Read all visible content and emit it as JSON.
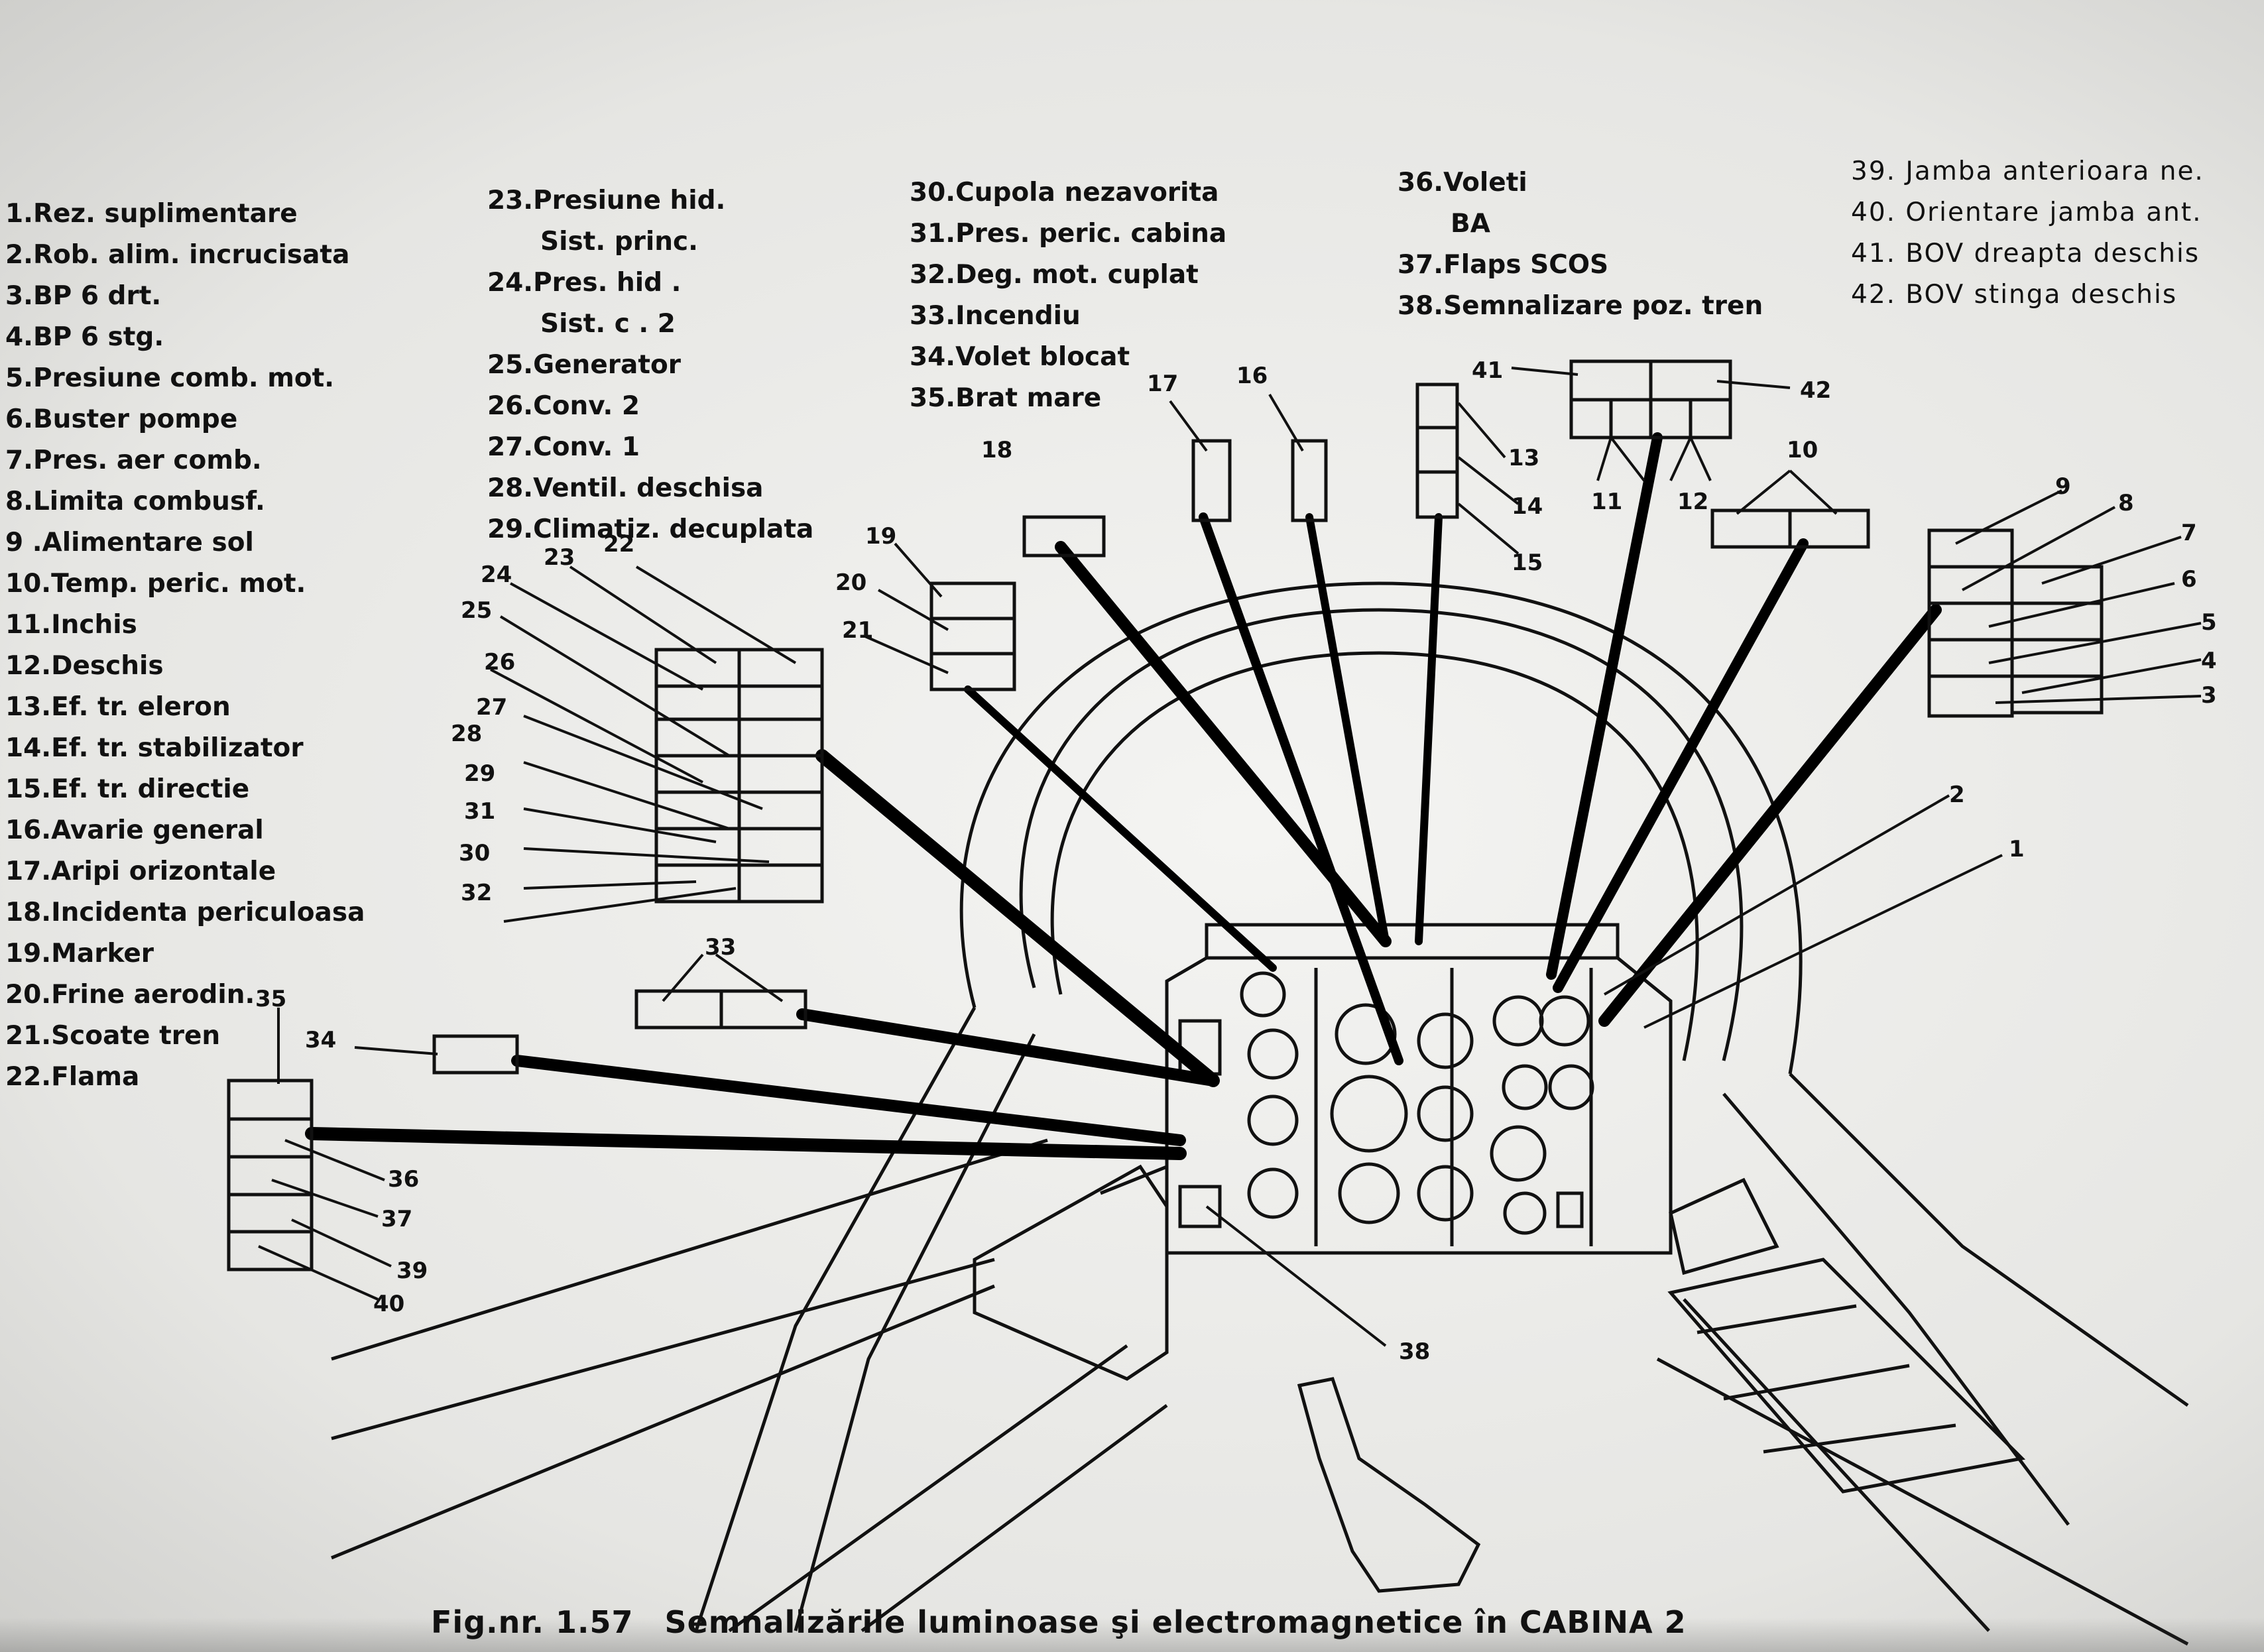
{
  "legend_col1": [
    "1.Rez. suplimentare",
    "2.Rob. alim. incrucisata",
    "3.BP 6 drt.",
    "4.BP 6 stg.",
    "5.Presiune comb. mot.",
    "6.Buster pompe",
    "7.Pres. aer comb.",
    "8.Limita combusf.",
    "9 .Alimentare sol",
    "10.Temp. peric. mot.",
    "11.Inchis",
    "12.Deschis",
    "13.Ef. tr. eleron",
    "14.Ef. tr. stabilizator",
    "15.Ef. tr. directie",
    "16.Avarie general",
    "17.Aripi orizontale",
    "18.Incidenta periculoasa",
    "19.Marker",
    "20.Frine aerodin.",
    "21.Scoate tren",
    "22.Flama"
  ],
  "legend_col2": [
    "23.Presiune hid.",
    "Sist. princ.",
    "24.Pres. hid .",
    "Sist. c . 2",
    "25.Generator",
    "26.Conv. 2",
    "27.Conv. 1",
    "28.Ventil. deschisa",
    "29.Climatiz. decuplata"
  ],
  "legend_col3": [
    "30.Cupola nezavorita",
    "31.Pres. peric. cabina",
    "32.Deg. mot. cuplat",
    "33.Incendiu",
    "34.Volet blocat",
    "35.Brat mare"
  ],
  "legend_col4": [
    "36.Voleti",
    "BA",
    "37.Flaps SCOS",
    "38.Semnalizare poz. tren"
  ],
  "legend_col5": [
    "39. Jamba anterioara ne.",
    "40. Orientare jamba ant.",
    "41. BOV dreapta deschis",
    "42. BOV stinga deschis"
  ],
  "callout_numbers": {
    "n1": "1",
    "n2": "2",
    "n3": "3",
    "n4": "4",
    "n5": "5",
    "n6": "6",
    "n7": "7",
    "n8": "8",
    "n9": "9",
    "n10": "10",
    "n11": "11",
    "n12": "12",
    "n13": "13",
    "n14": "14",
    "n15": "15",
    "n16": "16",
    "n17": "17",
    "n18": "18",
    "n19": "19",
    "n20": "20",
    "n21": "21",
    "n22": "22",
    "n23": "23",
    "n24": "24",
    "n25": "25",
    "n26": "26",
    "n27": "27",
    "n28": "28",
    "n29": "29",
    "n30": "30",
    "n31": "31",
    "n32": "32",
    "n33": "33",
    "n34": "34",
    "n35": "35",
    "n36": "36",
    "n37": "37",
    "n38": "38",
    "n39": "39",
    "n40": "40",
    "n41": "41",
    "n42": "42"
  },
  "caption": {
    "number": "Fig.nr. 1.57",
    "text": "Semnalizările luminoase şi electromagnetice în CABINA 2"
  }
}
